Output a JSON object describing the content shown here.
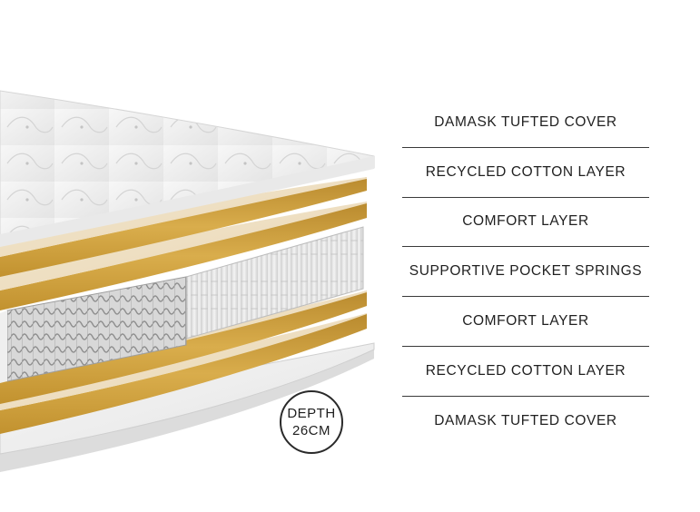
{
  "layers": [
    {
      "label": "DAMASK TUFTED COVER"
    },
    {
      "label": "RECYCLED COTTON LAYER"
    },
    {
      "label": "COMFORT LAYER"
    },
    {
      "label": "SUPPORTIVE POCKET SPRINGS"
    },
    {
      "label": "COMFORT LAYER"
    },
    {
      "label": "RECYCLED COTTON LAYER"
    },
    {
      "label": "DAMASK TUFTED COVER"
    }
  ],
  "depth_badge": {
    "line1": "DEPTH",
    "line2": "26CM"
  },
  "colors": {
    "cotton": "#d6a53f",
    "cover": "#f1f1f1",
    "spring": "#e6e6e6",
    "text": "#1f1f1f"
  }
}
